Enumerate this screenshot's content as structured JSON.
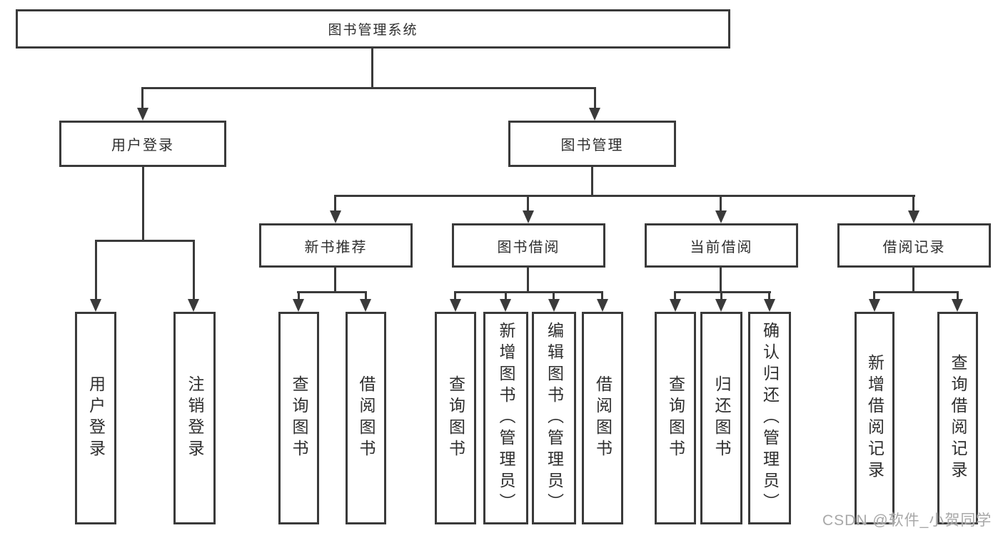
{
  "diagram": {
    "root": {
      "label": "图书管理系统"
    },
    "user_branch": {
      "label": "用户登录",
      "children": [
        {
          "label": "用户登录"
        },
        {
          "label": "注销登录"
        }
      ]
    },
    "book_branch": {
      "label": "图书管理",
      "groups": [
        {
          "label": "新书推荐",
          "children": [
            {
              "label": "查询图书"
            },
            {
              "label": "借阅图书"
            }
          ]
        },
        {
          "label": "图书借阅",
          "children": [
            {
              "label": "查询图书"
            },
            {
              "label": "新增图书（管理员）"
            },
            {
              "label": "编辑图书（管理员）"
            },
            {
              "label": "借阅图书"
            }
          ]
        },
        {
          "label": "当前借阅",
          "children": [
            {
              "label": "查询图书"
            },
            {
              "label": "归还图书"
            },
            {
              "label": "确认归还（管理员）"
            }
          ]
        },
        {
          "label": "借阅记录",
          "children": [
            {
              "label": "新增借阅记录"
            },
            {
              "label": "查询借阅记录"
            }
          ]
        }
      ]
    }
  },
  "watermark": {
    "text": "CSDN @软件_小贺同学"
  },
  "colors": {
    "line": "#3a3a3a",
    "text": "#2e2e2e",
    "watermark": "#a8a8a8",
    "background": "#ffffff"
  }
}
